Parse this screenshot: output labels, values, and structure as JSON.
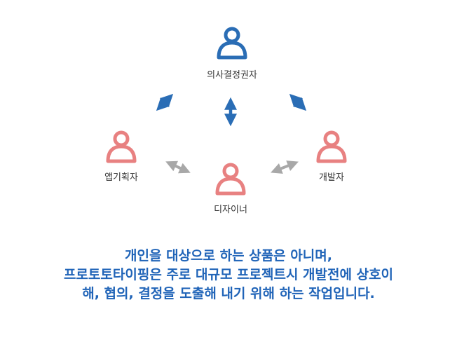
{
  "colors": {
    "decision_maker": "#2a6db5",
    "team_member": "#e88181",
    "arrow_primary": "#2a6db5",
    "arrow_secondary": "#a8a8a8",
    "caption_text": "#2064b8"
  },
  "nodes": {
    "decision_maker": {
      "label": "의사결정권자",
      "icon": "person-icon"
    },
    "planner": {
      "label": "앱기획자",
      "icon": "person-icon"
    },
    "developer": {
      "label": "개발자",
      "icon": "person-icon"
    },
    "designer": {
      "label": "디자이너",
      "icon": "person-icon"
    }
  },
  "caption": {
    "line1": "개인을 대상으로 하는 상품은 아니며,",
    "line2": "프로토토타이핑은 주로  대규모 프로젝트시 개발전에 상호이",
    "line3": "해, 협의, 결정을 도출해 내기 위해 하는 작업입니다."
  }
}
